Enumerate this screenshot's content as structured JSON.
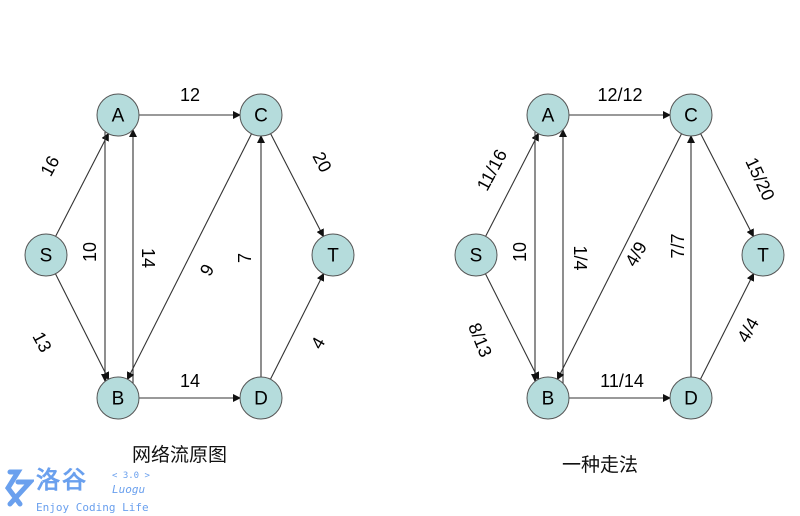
{
  "left_graph": {
    "caption": "网络流原图",
    "nodes": {
      "S": "S",
      "A": "A",
      "B": "B",
      "C": "C",
      "D": "D",
      "T": "T"
    },
    "edges": [
      {
        "from": "S",
        "to": "A",
        "label": "16"
      },
      {
        "from": "S",
        "to": "B",
        "label": "13"
      },
      {
        "from": "A",
        "to": "C",
        "label": "12"
      },
      {
        "from": "A",
        "to": "B",
        "label": "10"
      },
      {
        "from": "B",
        "to": "A",
        "label": "14"
      },
      {
        "from": "C",
        "to": "B",
        "label": "9"
      },
      {
        "from": "D",
        "to": "C",
        "label": "7"
      },
      {
        "from": "C",
        "to": "T",
        "label": "20"
      },
      {
        "from": "D",
        "to": "T",
        "label": "4"
      },
      {
        "from": "B",
        "to": "D",
        "label": "14"
      }
    ]
  },
  "right_graph": {
    "caption": "一种走法",
    "nodes": {
      "S": "S",
      "A": "A",
      "B": "B",
      "C": "C",
      "D": "D",
      "T": "T"
    },
    "edges": [
      {
        "from": "S",
        "to": "A",
        "label": "11/16"
      },
      {
        "from": "S",
        "to": "B",
        "label": "8/13"
      },
      {
        "from": "A",
        "to": "C",
        "label": "12/12"
      },
      {
        "from": "A",
        "to": "B",
        "label": "10"
      },
      {
        "from": "B",
        "to": "A",
        "label": "1/4"
      },
      {
        "from": "C",
        "to": "B",
        "label": "4/9"
      },
      {
        "from": "D",
        "to": "C",
        "label": "7/7"
      },
      {
        "from": "C",
        "to": "T",
        "label": "15/20"
      },
      {
        "from": "D",
        "to": "T",
        "label": "4/4"
      },
      {
        "from": "B",
        "to": "D",
        "label": "11/14"
      }
    ]
  },
  "watermark": {
    "name": "洛谷",
    "version": "< 3.0 >",
    "latin": "Luogu",
    "slogan": "Enjoy Coding Life"
  },
  "colors": {
    "node_fill": "#b5dcdc",
    "watermark": "#6aa0ee"
  }
}
